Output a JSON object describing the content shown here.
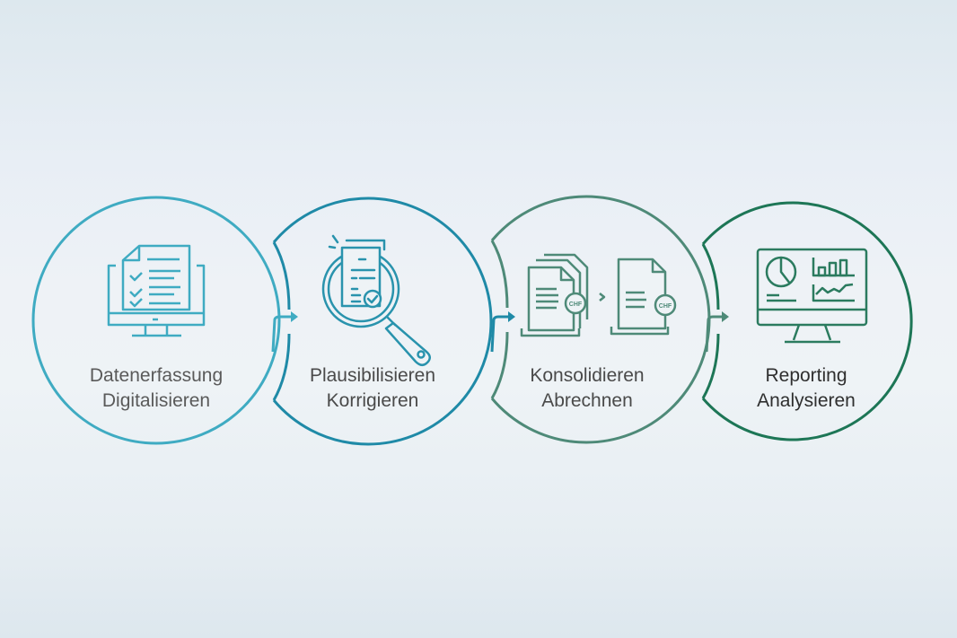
{
  "colors": {
    "step1": "#3fabc2",
    "step2": "#1f8aa7",
    "step3": "#4e8a78",
    "step4": "#1d7656",
    "text_light": "#5a5a5a",
    "text_dark": "#2f2f2f"
  },
  "steps": [
    {
      "id": 1,
      "icon": "monitor-checklist-icon",
      "line1": "Datenerfassung",
      "line2": "Digitalisieren"
    },
    {
      "id": 2,
      "icon": "magnifier-document-check-icon",
      "line1": "Plausibilisieren",
      "line2": "Korrigieren"
    },
    {
      "id": 3,
      "icon": "documents-chf-consolidate-icon",
      "line1": "Konsolidieren",
      "line2": "Abrechnen",
      "badge": "CHF"
    },
    {
      "id": 4,
      "icon": "monitor-dashboard-icon",
      "line1": "Reporting",
      "line2": "Analysieren"
    }
  ]
}
